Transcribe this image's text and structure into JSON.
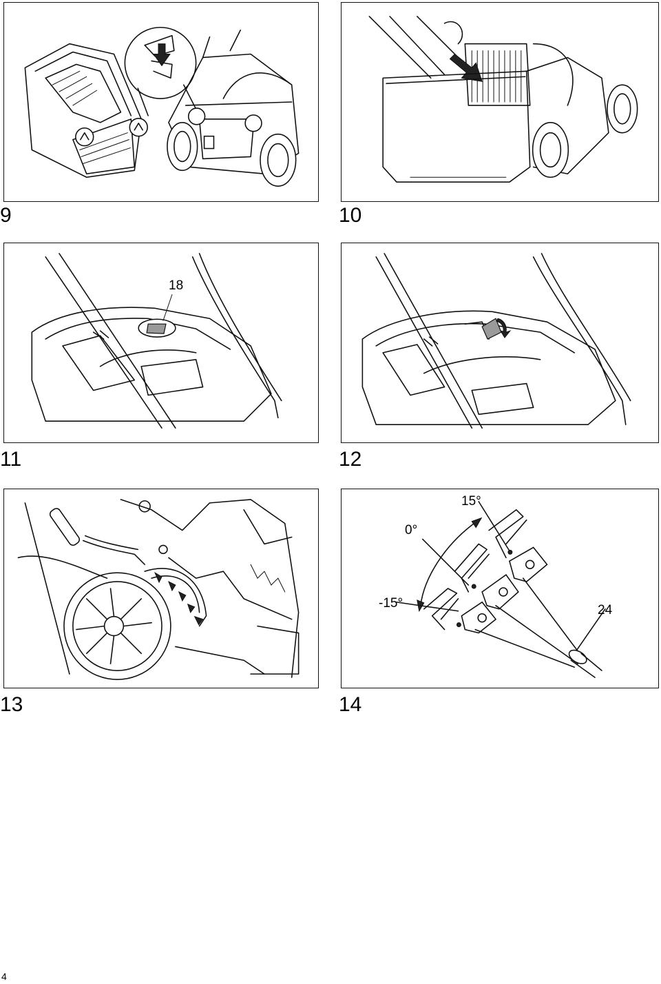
{
  "figures": [
    {
      "number": "9",
      "callouts": []
    },
    {
      "number": "10",
      "callouts": []
    },
    {
      "number": "11",
      "callouts": [
        "18"
      ]
    },
    {
      "number": "12",
      "callouts": []
    },
    {
      "number": "13",
      "callouts": []
    },
    {
      "number": "14",
      "callouts": [
        "15°",
        "0°",
        "-15°",
        "24"
      ]
    }
  ],
  "page_number": "4"
}
